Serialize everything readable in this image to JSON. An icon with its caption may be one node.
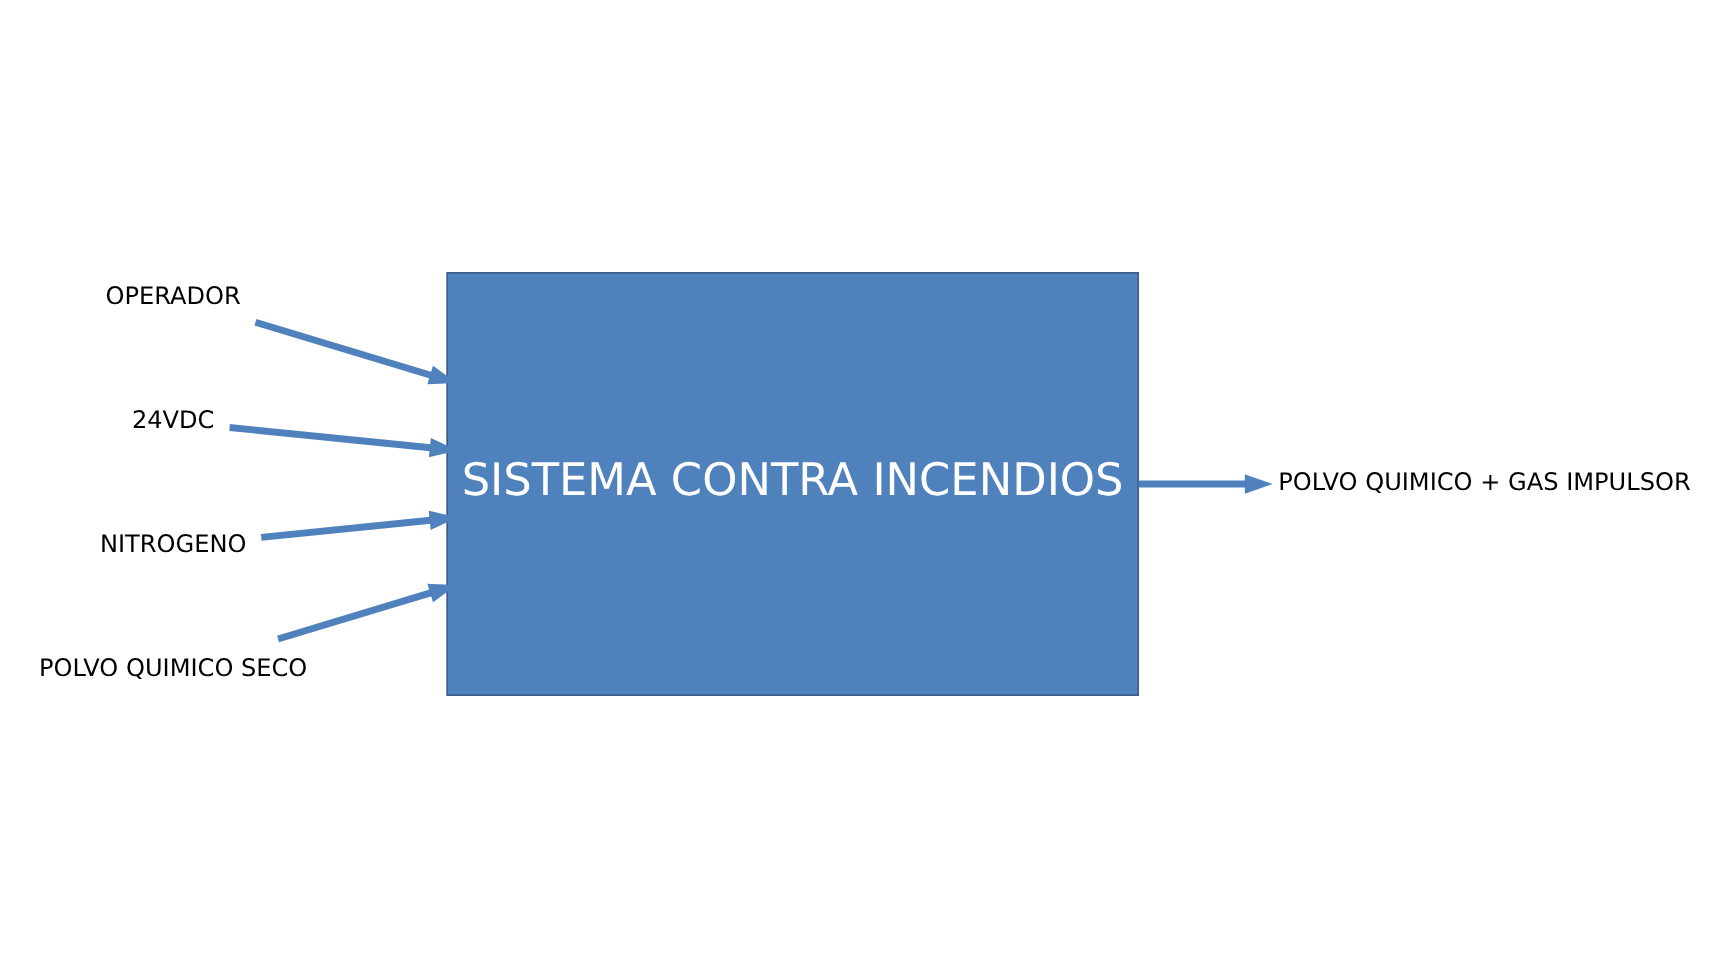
{
  "diagram": {
    "nodes": [
      {
        "text": [
          "SISTEMA CONTRA INCENDIOS"
        ]
      },
      {
        "text": [
          "OPERADOR"
        ]
      },
      {
        "text": [
          "24VDC"
        ]
      },
      {
        "text": [
          "NITROGENO"
        ]
      },
      {
        "text": [
          "POLVO QUIMICO SECO"
        ]
      },
      {
        "text": [
          "POLVO QUIMICO + GAS IMPULSOR"
        ]
      }
    ],
    "edges": [
      {
        "from": 1,
        "to": 0,
        "arrow": "to"
      },
      {
        "from": 2,
        "to": 0,
        "arrow": "to"
      },
      {
        "from": 3,
        "to": 0,
        "arrow": "to"
      },
      {
        "from": 4,
        "to": 0,
        "arrow": "to"
      },
      {
        "from": 0,
        "to": 5,
        "arrow": "to"
      }
    ]
  }
}
